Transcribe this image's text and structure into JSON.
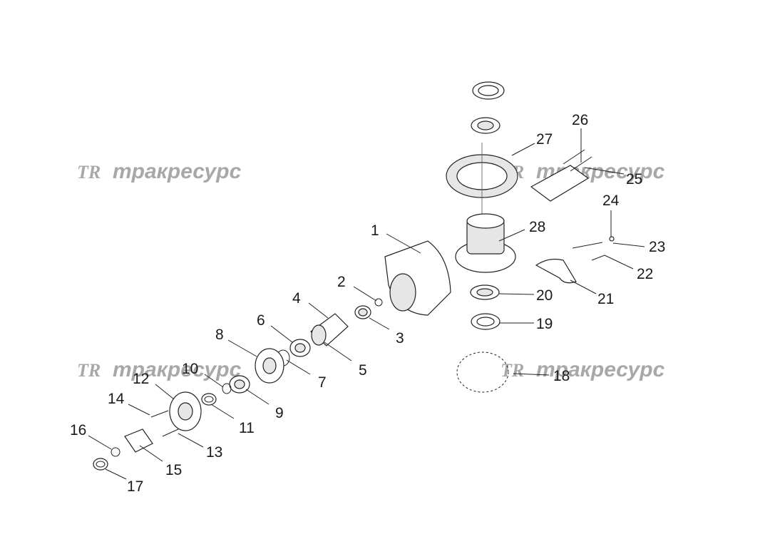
{
  "watermarks": [
    {
      "logo": "TR",
      "text": "тракресурс"
    },
    {
      "logo": "TR",
      "text": "тракресурс"
    },
    {
      "logo": "TR",
      "text": "тракресурс"
    },
    {
      "logo": "TR",
      "text": "тракресурс"
    }
  ],
  "callouts": [
    "1",
    "2",
    "3",
    "4",
    "5",
    "6",
    "7",
    "8",
    "9",
    "10",
    "11",
    "12",
    "13",
    "14",
    "15",
    "16",
    "17",
    "18",
    "19",
    "20",
    "21",
    "22",
    "23",
    "24",
    "25",
    "26",
    "27",
    "28"
  ]
}
